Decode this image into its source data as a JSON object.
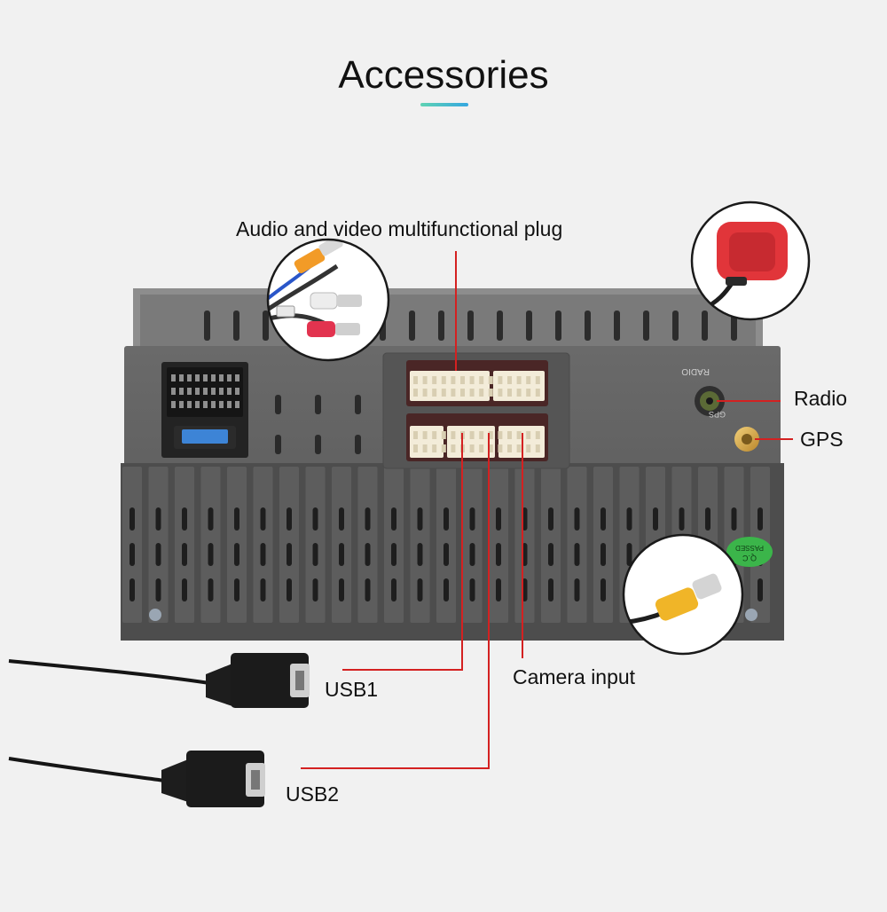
{
  "title": "Accessories",
  "colors": {
    "background": "#f1f1f1",
    "leader_line": "#d42121",
    "title_underline_start": "#5fd3b3",
    "title_underline_end": "#35a7e0",
    "unit_body": "#5a5a5a",
    "connector": "#f3ecd9",
    "qc_badge": "#3bb54a"
  },
  "labels": {
    "av_plug": "Audio and video multifunctional plug",
    "radio": "Radio",
    "gps": "GPS",
    "camera_input": "Camera input",
    "usb1": "USB1",
    "usb2": "USB2"
  },
  "unit_markings": {
    "radio_port": "RADIO",
    "gps_port": "GPS",
    "qc_line1": "Q.C",
    "qc_line2": "PASSED"
  },
  "icons": {
    "rca_cables": "rca-cable-icon",
    "gps_antenna": "gps-antenna-icon",
    "camera_rca": "camera-rca-icon",
    "usb_cable": "usb-cable-icon"
  }
}
